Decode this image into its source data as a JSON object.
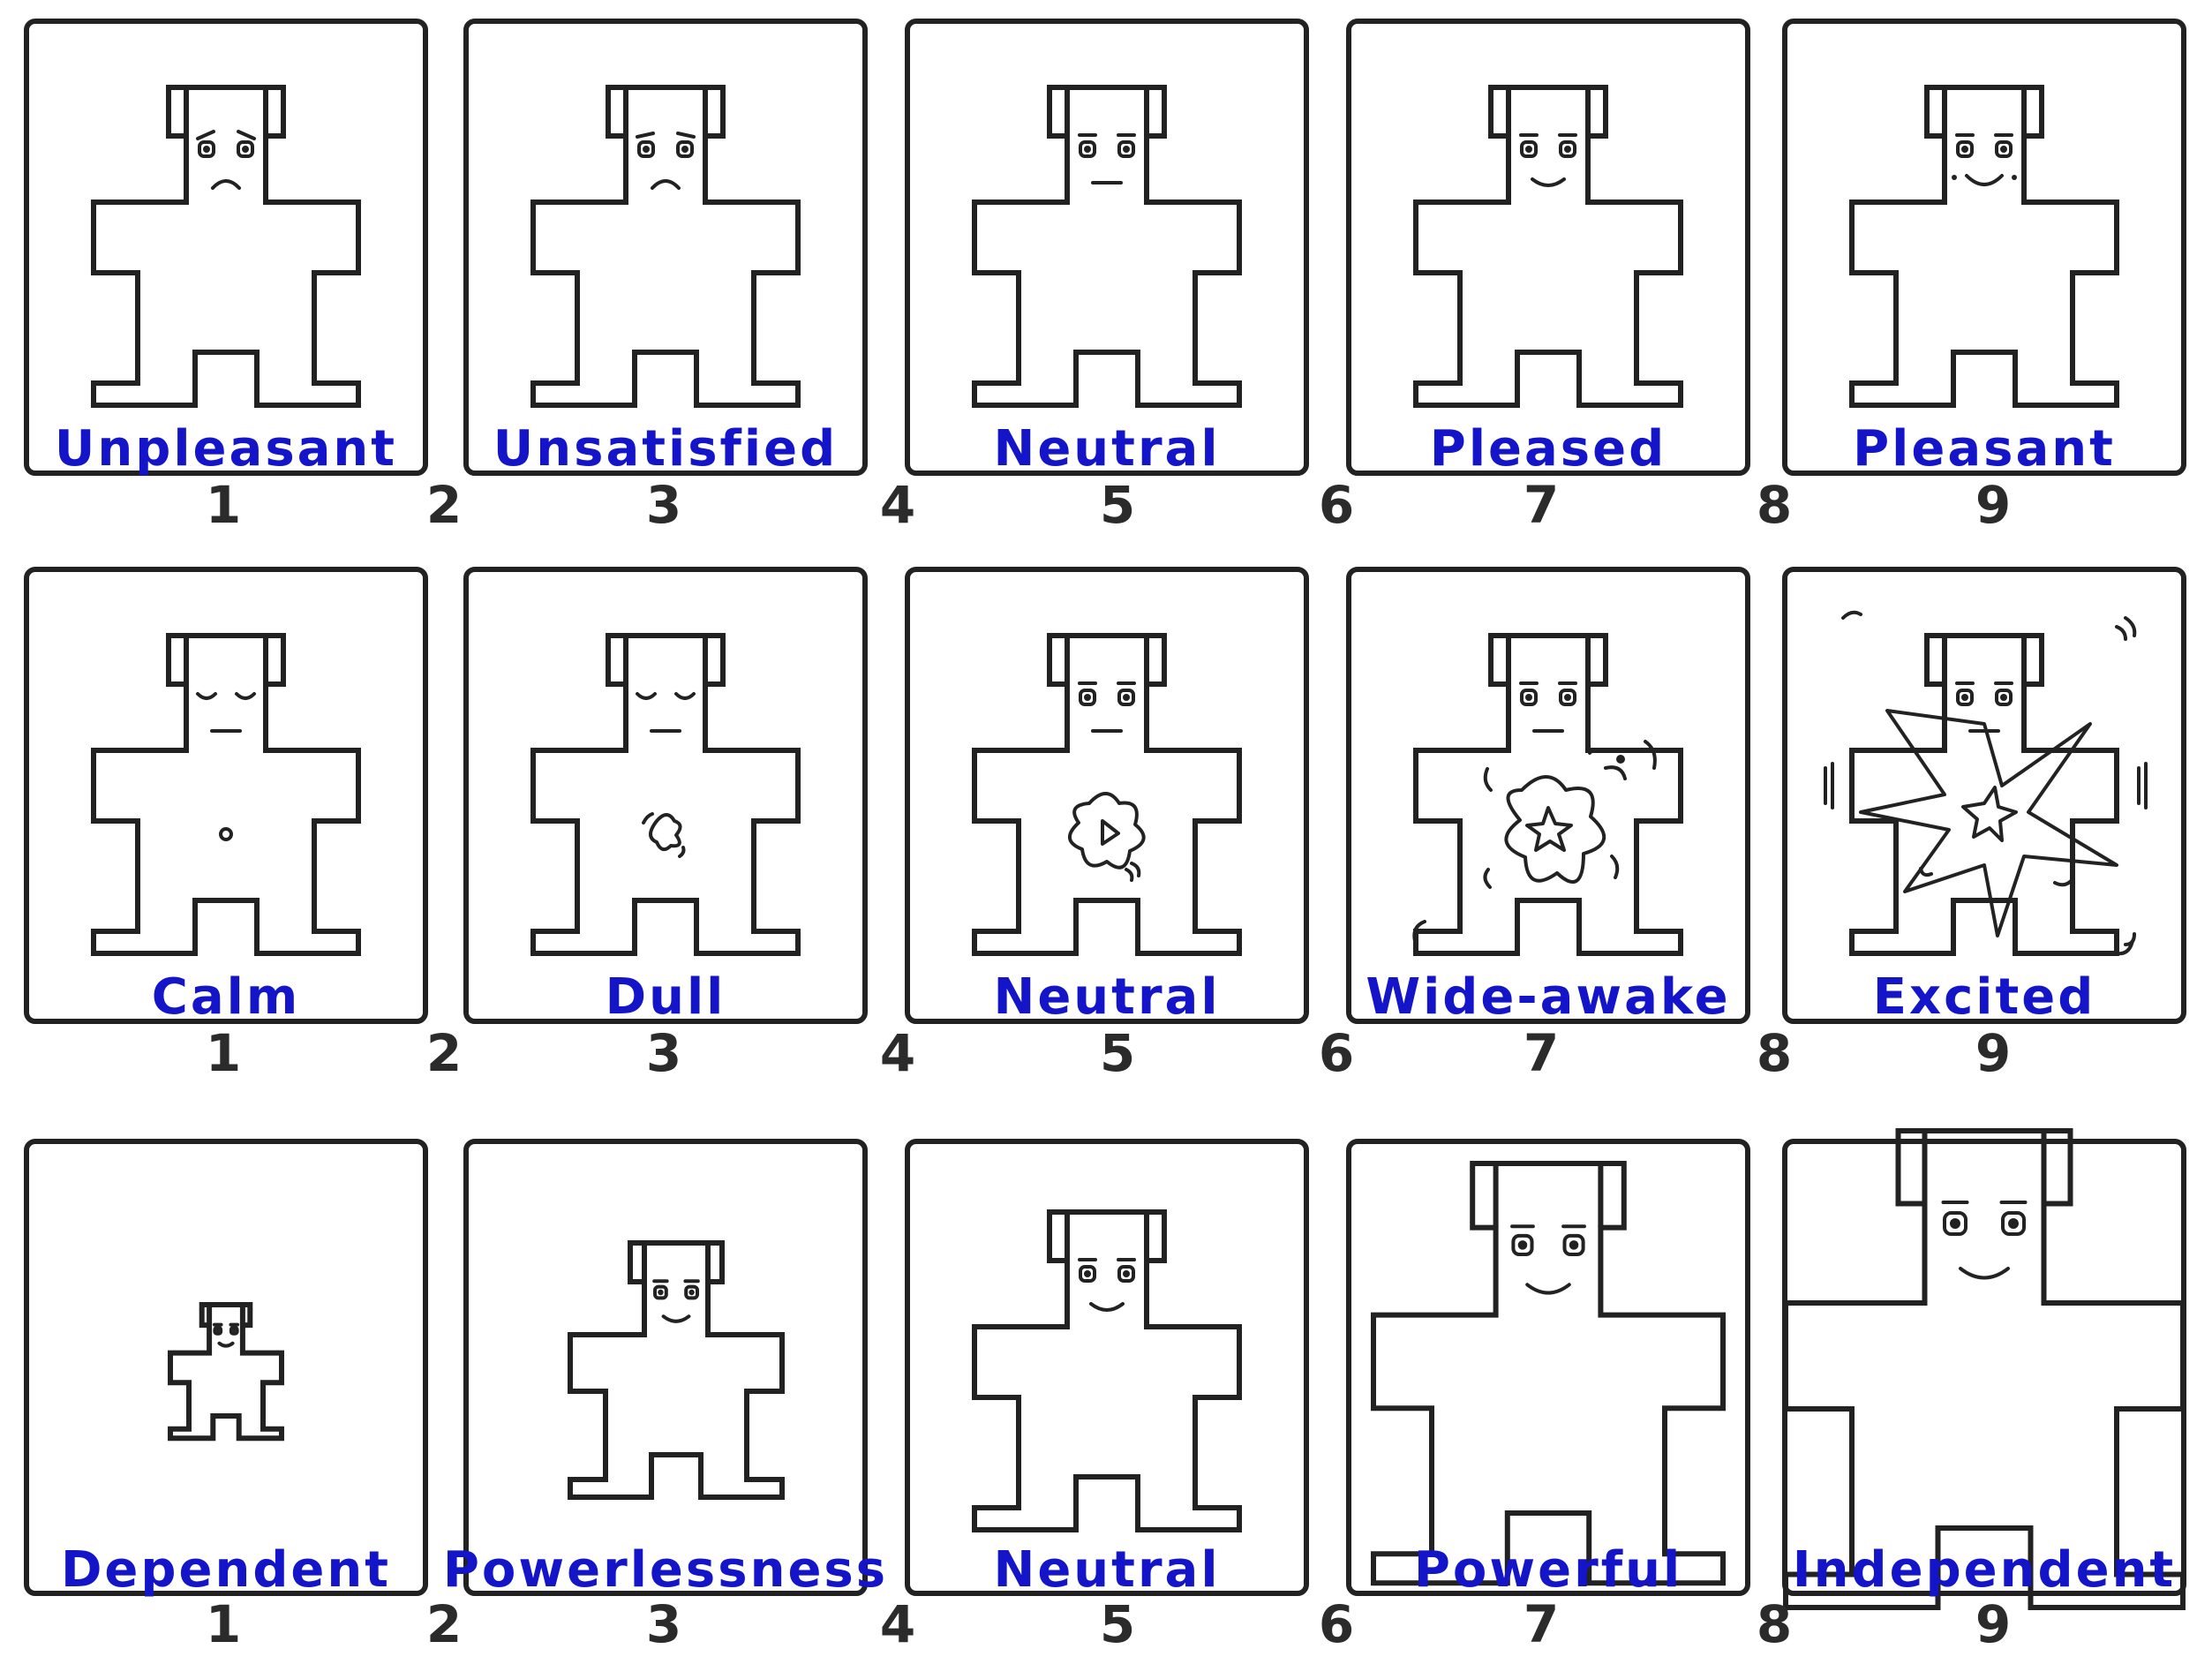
{
  "label_color": "#1414c8",
  "number_color": "#2b2b2b",
  "line_color": "#222222",
  "rows": [
    {
      "dimension": "pleasure",
      "cards": [
        {
          "label": "Unpleasant",
          "face": "frown-worried",
          "body": "none",
          "size": "normal"
        },
        {
          "label": "Unsatisfied",
          "face": "frown",
          "body": "none",
          "size": "normal"
        },
        {
          "label": "Neutral",
          "face": "neutral",
          "body": "none",
          "size": "normal"
        },
        {
          "label": "Pleased",
          "face": "smile",
          "body": "none",
          "size": "normal"
        },
        {
          "label": "Pleasant",
          "face": "big-smile",
          "body": "none",
          "size": "normal"
        }
      ],
      "scale": [
        "1",
        "2",
        "3",
        "4",
        "5",
        "6",
        "7",
        "8",
        "9"
      ]
    },
    {
      "dimension": "arousal",
      "cards": [
        {
          "label": "Calm",
          "face": "sleepy",
          "body": "dot",
          "size": "normal"
        },
        {
          "label": "Dull",
          "face": "sleepy",
          "body": "small-blob",
          "size": "normal"
        },
        {
          "label": "Neutral",
          "face": "neutral-open",
          "body": "medium-blob",
          "size": "normal"
        },
        {
          "label": "Wide-awake",
          "face": "neutral-open",
          "body": "large-blob",
          "size": "normal"
        },
        {
          "label": "Excited",
          "face": "neutral-open",
          "body": "explosion",
          "size": "normal"
        }
      ],
      "scale": [
        "1",
        "2",
        "3",
        "4",
        "5",
        "6",
        "7",
        "8",
        "9"
      ]
    },
    {
      "dimension": "dominance",
      "cards": [
        {
          "label": "Dependent",
          "face": "smile",
          "body": "none",
          "size": "tiny"
        },
        {
          "label": "Powerlessness",
          "face": "smile",
          "body": "none",
          "size": "small"
        },
        {
          "label": "Neutral",
          "face": "smile",
          "body": "none",
          "size": "medium"
        },
        {
          "label": "Powerful",
          "face": "smile",
          "body": "none",
          "size": "large"
        },
        {
          "label": "Independent",
          "face": "smile",
          "body": "none",
          "size": "huge"
        }
      ],
      "scale": [
        "1",
        "2",
        "3",
        "4",
        "5",
        "6",
        "7",
        "8",
        "9"
      ]
    }
  ]
}
